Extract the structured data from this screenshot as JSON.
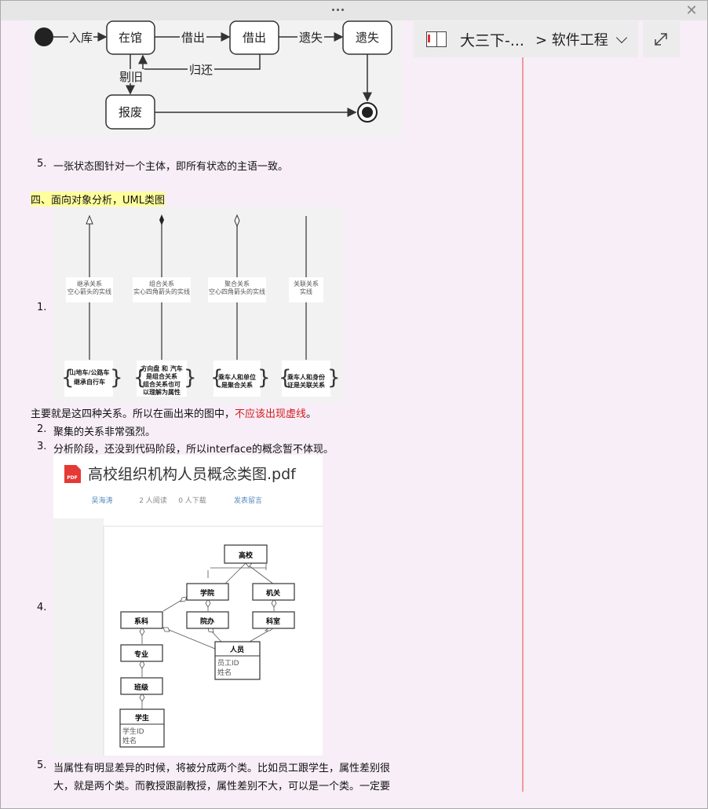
{
  "window": {
    "close_glyph": "✕"
  },
  "notebook": {
    "title": "大三下-...",
    "section": "> 软件工程",
    "notebook_icon": "notebook-icon",
    "chevron_icon": "chevron-down-icon",
    "expand_icon": "expand-icon"
  },
  "state_diagram": {
    "labels": {
      "enter": "入库",
      "in_lib": "在馆",
      "lend": "借出",
      "lent": "借出",
      "lose": "遗失",
      "lost": "遗失",
      "return": "归还",
      "old": "剔旧",
      "scrap": "报废"
    }
  },
  "list1": {
    "item5_num": "5.",
    "item5_text": "一张状态图针对一个主体，即所有状态的主语一致。"
  },
  "section4": {
    "heading": "四、面向对象分析，UML类图"
  },
  "uml_relations": {
    "item_num": "1.",
    "rels": [
      {
        "line1": "继承关系",
        "line2": "空心箭头的实线",
        "brace1": "山地车/公路车",
        "brace2": "继承自行车"
      },
      {
        "line1": "组合关系",
        "line2": "实心四角箭头的实线",
        "brace1": "方向盘 和 汽车",
        "brace2": "是组合关系",
        "brace3": "组合关系也可",
        "brace4": "以理解为属性"
      },
      {
        "line1": "聚合关系",
        "line2": "空心四角箭头的实线",
        "brace1": "乘车人和单位",
        "brace2": "是聚合关系"
      },
      {
        "line1": "关联关系",
        "line2": "实线",
        "brace1": "乘车人和身份",
        "brace2": "证是关联关系"
      }
    ]
  },
  "notes": {
    "main_text": "主要就是这四种关系。所以在画出来的图中，",
    "main_red": "不应该出现虚线",
    "main_end": "。",
    "item2_num": "2.",
    "item2_text": "聚集的关系非常强烈。",
    "item3_num": "3.",
    "item3_text": "分析阶段，还没到代码阶段，所以interface的概念暂不体现。"
  },
  "pdf_panel": {
    "item_num": "4.",
    "badge": "PDF",
    "title": "高校组织机构人员概念类图.pdf",
    "author": "吴海涛",
    "reads": "2 人阅读",
    "downloads": "0 人下载",
    "comment": "发表留言"
  },
  "class_diagram": {
    "school": "高校",
    "college": "学院",
    "org": "机关",
    "dept": "系科",
    "office": "院办",
    "section": "科室",
    "major": "专业",
    "person": "人员",
    "person_attrs": [
      "员工ID",
      "姓名"
    ],
    "class": "班级",
    "student": "学生",
    "student_attrs": [
      "学生ID",
      "姓名"
    ]
  },
  "list_end": {
    "item5_num": "5.",
    "item5_line1": "当属性有明显差异的时候，将被分成两个类。比如员工跟学生，属性差别很",
    "item5_line2": "大，就是两个类。而教授跟副教授，属性差别不大，可以是一个类。一定要"
  }
}
